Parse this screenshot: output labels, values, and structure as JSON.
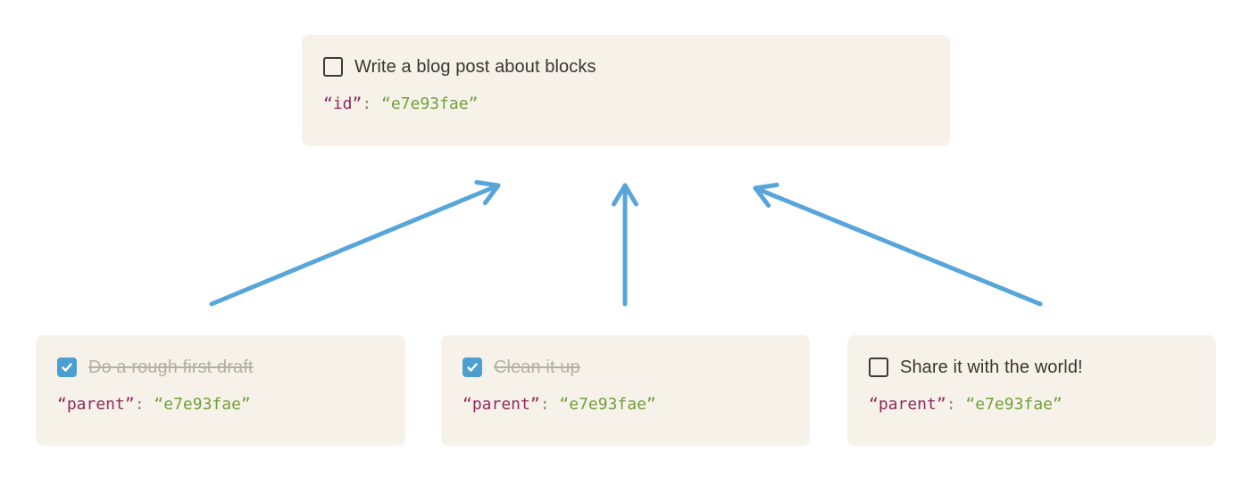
{
  "diagram": {
    "parent_card": {
      "task_label": "Write a blog post about blocks",
      "checked": false,
      "code": {
        "key": "“id”",
        "separator": ": ",
        "value": "“e7e93fae”"
      }
    },
    "child_cards": [
      {
        "task_label": "Do a rough first draft",
        "checked": true,
        "code": {
          "key": "“parent”",
          "separator": ": ",
          "value": "“e7e93fae”"
        }
      },
      {
        "task_label": "Clean it up",
        "checked": true,
        "code": {
          "key": "“parent”",
          "separator": ": ",
          "value": "“e7e93fae”"
        }
      },
      {
        "task_label": "Share it with the world!",
        "checked": false,
        "code": {
          "key": "“parent”",
          "separator": ": ",
          "value": "“e7e93fae”"
        }
      }
    ]
  },
  "colors": {
    "page_bg": "#ffffff",
    "card_bg": "#f7f2e9",
    "arrow_blue": "#58a5da",
    "checkbox_checked_bg": "#4d9fd2",
    "checkbox_border": "#3d3b35",
    "task_text": "#38362f",
    "completed_text": "#b5afa7",
    "code_key": "#8e2a5c",
    "code_separator": "#8b867c",
    "code_value": "#70a03c"
  }
}
